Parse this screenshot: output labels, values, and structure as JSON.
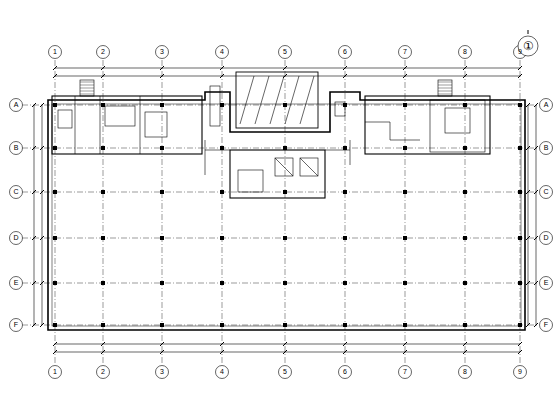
{
  "diagram": {
    "labels": [
      "1",
      "2",
      "3",
      "4",
      "5",
      "6",
      "7",
      "8",
      "9",
      "1",
      "2",
      "3",
      "4",
      "5",
      "6",
      "7",
      "8",
      "9",
      "A",
      "B",
      "C",
      "D",
      "E",
      "F",
      "A",
      "B",
      "C",
      "D",
      "E",
      "F",
      "①"
    ]
  }
}
